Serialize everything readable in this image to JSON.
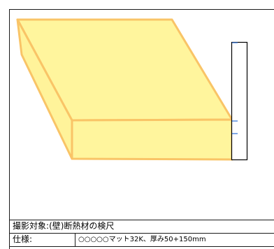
{
  "colors": {
    "insulation_fill": "#fff59d",
    "insulation_side": "#fff39a",
    "insulation_edge": "#f9c467",
    "ruler_border": "#000000",
    "ruler_marks": "#2b6fd6",
    "frame": "#1a1a1a"
  },
  "diagram": {
    "insulation_board": "insulation-board",
    "measuring_ruler": "ruler"
  },
  "info": {
    "subject_label": "撮影対象",
    "subject_separator": ":",
    "subject_value": "(壁)断熱材の検尺",
    "spec_label": "仕様:",
    "spec_value": "○○○○○マット32K、厚み50+150mm"
  }
}
